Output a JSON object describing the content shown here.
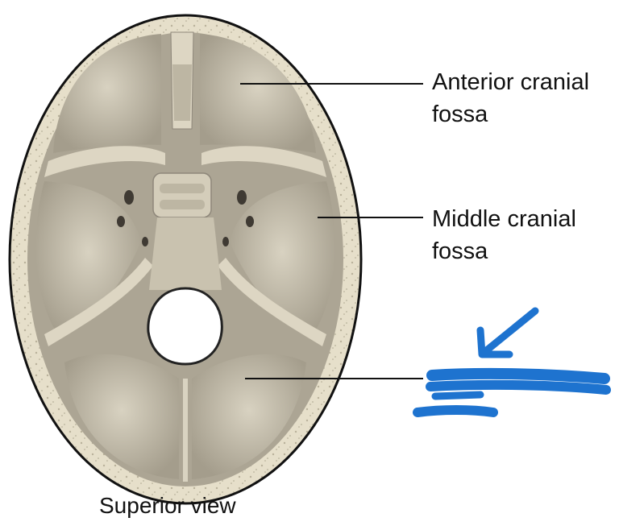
{
  "labels": {
    "anterior": [
      "Anterior cranial",
      "fossa"
    ],
    "middle": [
      "Middle cranial",
      "fossa"
    ]
  },
  "caption": "Superior view",
  "colors": {
    "bone_outer": "#e8e1cc",
    "bone_inner": "#b2ab9a",
    "bone_shadow": "#8e877a",
    "bone_light": "#d9d3c1",
    "annotation_blue": "#1e73cf",
    "leader_line": "#111111"
  }
}
